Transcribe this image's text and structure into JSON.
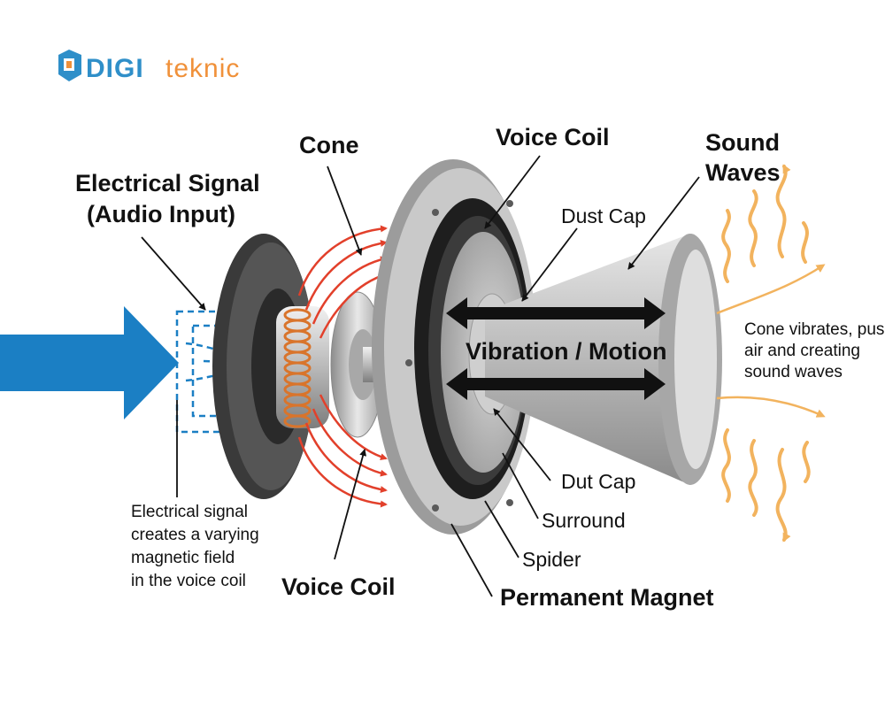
{
  "logo": {
    "part1": "DIGI",
    "part2": "teknic",
    "color1": "#2f8fc9",
    "color2": "#f0913a"
  },
  "labels": {
    "electrical_signal_line1": "Electrical Signal",
    "electrical_signal_line2": "(Audio Input)",
    "cone": "Cone",
    "voice_coil_top": "Voice Coil",
    "dust_cap_top": "Dust Cap",
    "sound_waves_line1": "Sound",
    "sound_waves_line2": "Waves",
    "vibration_motion": "Vibration / Motion",
    "cone_note": [
      "Cone vibrates, pushing",
      "air and creating",
      "sound waves"
    ],
    "signal_note": [
      "Electrical signal",
      "creates a varying",
      "magnetic field",
      "in the voice coil"
    ],
    "voice_coil_bottom": "Voice Coil",
    "dut_cap": "Dut Cap",
    "surround": "Surround",
    "spider": "Spider",
    "permanent_magnet": "Permanent Magnet"
  },
  "colors": {
    "signal_arrow": "#1b7fc4",
    "field_lines": "#e2402b",
    "coil": "#d9742b",
    "sound_waves": "#f2b35e",
    "motion_arrows": "#111111"
  }
}
